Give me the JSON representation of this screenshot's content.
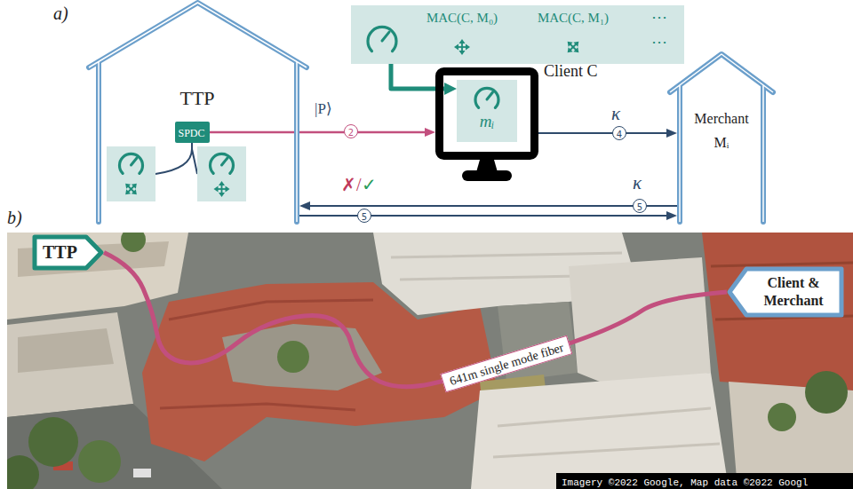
{
  "diagram": {
    "nodes": [
      {
        "text": [
          "MAC(C, M₀)",
          "MAC(C, M₁)",
          "⋯",
          "⋯"
        ]
      },
      {
        "text": [
          "TTP"
        ]
      },
      {
        "text": [
          "SPDC"
        ],
        "in": 1
      },
      {
        "text": [
          "Client C"
        ]
      },
      {
        "text": [
          "mᵢ"
        ],
        "in": 3
      },
      {
        "text": [
          "Merchant Mᵢ"
        ]
      },
      {
        "text": [
          "TTP"
        ]
      },
      {
        "text": [
          "Client & Merchant"
        ]
      }
    ],
    "edges": [
      {
        "from": 0,
        "to": 4,
        "arrow": "to"
      },
      {
        "from": 2,
        "to": 3,
        "label": "|P⟩",
        "arrow": "to"
      },
      {
        "from": 3,
        "to": 5,
        "label": "κ",
        "arrow": "to"
      },
      {
        "from": 5,
        "to": 1,
        "label": "κ",
        "arrow": "to"
      },
      {
        "from": 1,
        "to": 5,
        "label": "✗/✓",
        "arrow": "to"
      },
      {
        "from": 6,
        "to": 7,
        "label": "641m single mode fiber",
        "arrow": "none"
      }
    ],
    "labels": [
      "a)",
      "2",
      "4",
      "5",
      "5",
      "b)",
      "Imagery ©2022 Google, Map data ©2022 Googl"
    ]
  }
}
